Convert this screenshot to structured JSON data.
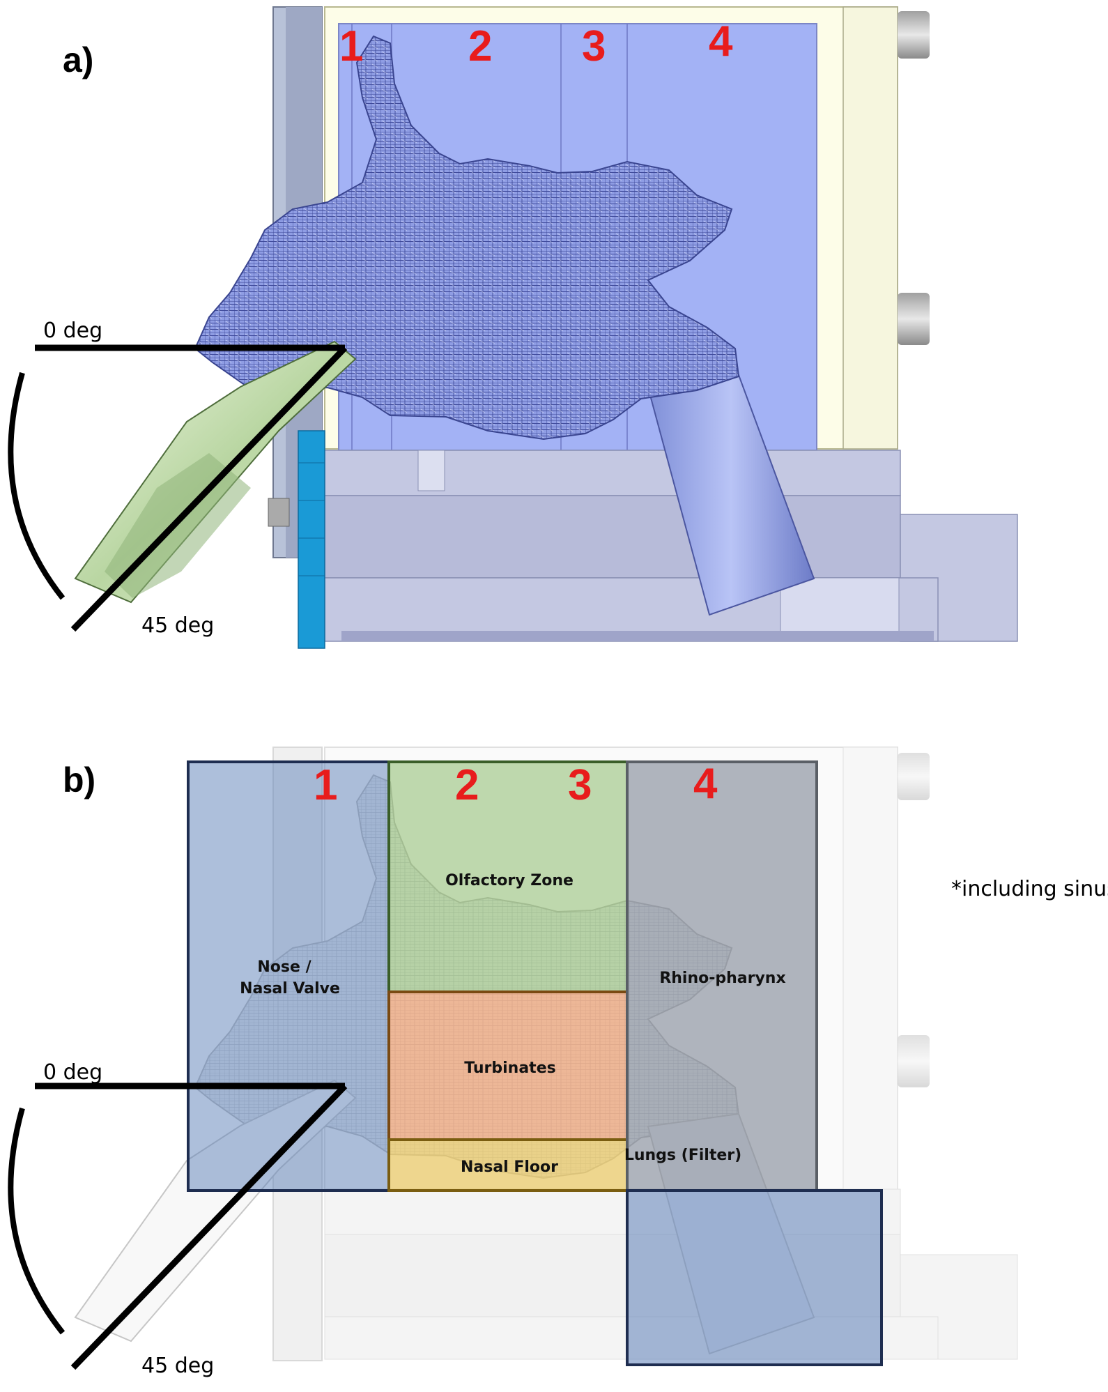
{
  "panels": {
    "a": {
      "label": "a)"
    },
    "b": {
      "label": "b)"
    }
  },
  "zones": [
    "1",
    "2",
    "3",
    "4"
  ],
  "angles": {
    "zero": "0 deg",
    "fortyfive": "45 deg"
  },
  "regions": {
    "nose_line1": "Nose /",
    "nose_line2": "Nasal Valve",
    "olfactory": "Olfactory Zone",
    "turbinates": "Turbinates",
    "nasal_floor": "Nasal Floor",
    "rhino": "Rhino-pharynx",
    "lungs": "Lungs (Filter)"
  },
  "note": "*including sinus",
  "colors": {
    "zone_number": "#e81c1c",
    "model_blue": "#a3b2f5",
    "mesh": "#4a57a8",
    "housing_cream": "#fdfde8",
    "base_gray": "#c4c8e2",
    "side_blue": "#1a9ad6",
    "region_nose": "#5c7fb8",
    "region_olfactory": "#8dbb6e",
    "region_turbinates": "#f0955f",
    "region_floor": "#e8c660",
    "region_rhino": "#7d8594",
    "region_lungs": "#5c7fb8"
  }
}
